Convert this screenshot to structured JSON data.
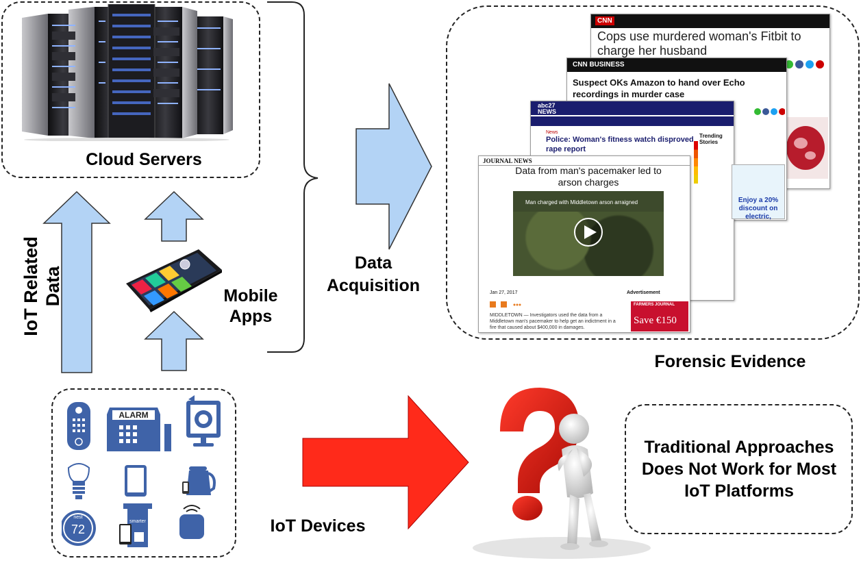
{
  "labels": {
    "cloud_servers": "Cloud Servers",
    "iot_related_data_line1": "IoT Related",
    "iot_related_data_line2": "Data",
    "mobile_apps_line1": "Mobile",
    "mobile_apps_line2": "Apps",
    "data_acquisition_line1": "Data",
    "data_acquisition_line2": "Acquisition",
    "forensic_evidence": "Forensic Evidence",
    "iot_devices": "IoT Devices",
    "traditional_line1": "Traditional Approaches",
    "traditional_line2": "Does Not Work for Most",
    "traditional_line3": "IoT Platforms"
  },
  "articles": {
    "cnn": {
      "logo": "CNN",
      "headline": "Cops use murdered woman's Fitbit to charge her husband"
    },
    "cnn_business": {
      "logo": "CNN BUSINESS",
      "headline": "Suspect OKs Amazon to hand over Echo recordings in murder case"
    },
    "abc27": {
      "logo": "abc27 NEWS",
      "section": "News",
      "headline": "Police: Woman's fitness watch disproved rape report",
      "sidebar_title": "Trending Stories",
      "ad_text": "Enjoy a 20% discount on electric,"
    },
    "journal_news": {
      "logo": "JOURNAL NEWS",
      "headline": "Data from man's pacemaker led to arson charges",
      "video_caption": "Man charged with Middletown arson arraigned",
      "ad_title": "Advertisement",
      "ad_brand": "FARMERS JOURNAL",
      "ad_text": "Save €150",
      "date": "Jan 27, 2017",
      "body": "MIDDLETOWN — Investigators used the data from a Middletown man's pacemaker to help get an indictment in a fire that caused about $400,000 in damages."
    }
  },
  "devices": {
    "alarm_label": "ALARM",
    "thermostat_brand": "nest",
    "thermostat_value": "72",
    "coffee_brand": "smarter"
  },
  "colors": {
    "arrow_blue": "#b3d3f5",
    "arrow_red": "#ff2a1a",
    "device_blue": "#3f63a8"
  }
}
